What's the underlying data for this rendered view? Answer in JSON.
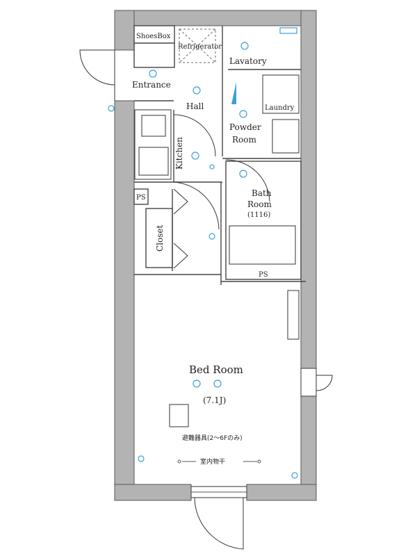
{
  "rooms": {
    "shoes_box": "ShoesBox",
    "refrigerator": "Refrigerator",
    "entrance": "Entrance",
    "lavatory": "Lavatory",
    "hall": "Hall",
    "laundry": "Laundry",
    "powder_room_l1": "Powder",
    "powder_room_l2": "Room",
    "kitchen": "Kitchen",
    "bath_room_l1": "Bath",
    "bath_room_l2": "Room",
    "bath_room_size": "(1116)",
    "ps_left": "PS",
    "closet": "Closet",
    "ps_right": "PS",
    "bed_room": "Bed Room",
    "bed_room_size": "(7.1J)"
  },
  "notes": {
    "evacuation": "避難器具(2〜6Fのみ)",
    "drying": "室内物干"
  },
  "colors": {
    "wall": "#b3b3b3",
    "electrical": "#3aa0d8"
  }
}
